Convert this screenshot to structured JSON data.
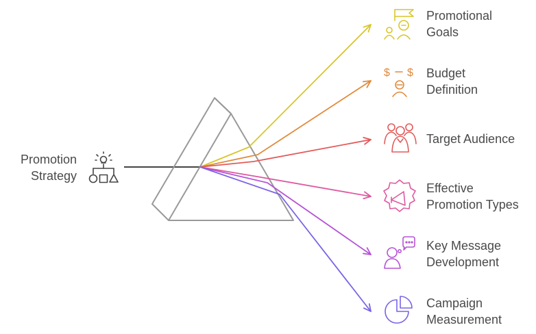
{
  "source": {
    "label_line1": "Promotion",
    "label_line2": "Strategy",
    "icon": "lightbulb-hierarchy-icon",
    "color": "#444444"
  },
  "prism": {
    "color": "#999999"
  },
  "outputs": [
    {
      "line1": "Promotional",
      "line2": "Goals",
      "color": "#D8C62A",
      "icon": "goal-flag-people-icon"
    },
    {
      "line1": "Budget",
      "line2": "Definition",
      "color": "#E08A3C",
      "icon": "budget-person-icon"
    },
    {
      "line1": "Target Audience",
      "line2": "",
      "color": "#E25A5A",
      "icon": "audience-group-icon"
    },
    {
      "line1": "Effective",
      "line2": "Promotion Types",
      "color": "#DD5AA0",
      "icon": "megaphone-badge-icon"
    },
    {
      "line1": "Key Message",
      "line2": "Development",
      "color": "#B553D6",
      "icon": "person-speech-bubble-icon"
    },
    {
      "line1": "Campaign",
      "line2": "Measurement",
      "color": "#7B62E6",
      "icon": "pie-chart-icon"
    }
  ]
}
